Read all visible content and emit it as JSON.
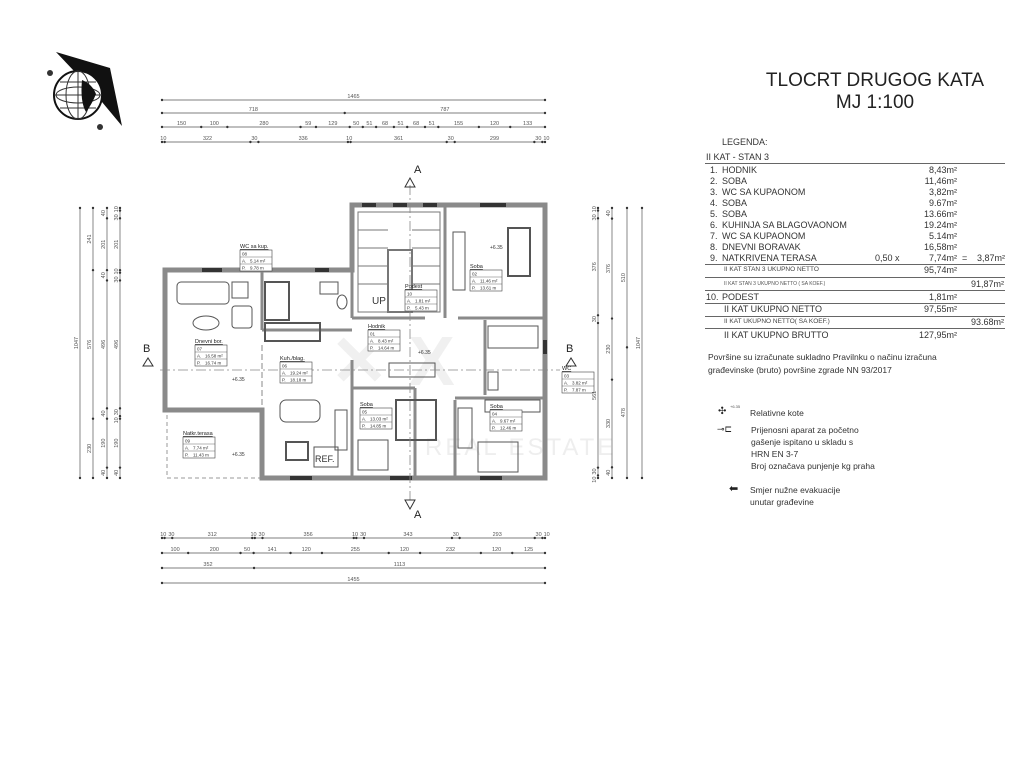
{
  "title": {
    "line1": "TLOCRT  DRUGOG  KATA",
    "line2": "MJ 1:100"
  },
  "watermark": "REAL ESTATE",
  "legend": {
    "heading": "LEGENDA:",
    "section": "II  KAT - STAN  3",
    "items": [
      {
        "num": "1.",
        "name": "HODNIK",
        "area": "8,43m²"
      },
      {
        "num": "2.",
        "name": "SOBA",
        "area": "11,46m²"
      },
      {
        "num": "3.",
        "name": "WC SA KUPAONOM",
        "area": "3,82m²"
      },
      {
        "num": "4.",
        "name": "SOBA",
        "area": "9.67m²"
      },
      {
        "num": "5.",
        "name": "SOBA",
        "area": "13.66m²"
      },
      {
        "num": "6.",
        "name": "KUHINJA SA BLAGOVAONOM",
        "area": "19.24m²"
      },
      {
        "num": "7.",
        "name": "WC SA KUPAONOM",
        "area": "5.14m²"
      },
      {
        "num": "8.",
        "name": "DNEVNI  BORAVAK",
        "area": "16,58m²"
      },
      {
        "num": "9.",
        "name": "NATKRIVENA  TERASA",
        "factor": "0,50  x",
        "area": "7,74m²",
        "eq": "=",
        "result": "3,87m²"
      }
    ],
    "subtotal": {
      "label": "II  KAT  STAN 3  UKUPNO NETTO",
      "value": "95,74m²"
    },
    "subtotal_koef": {
      "label": "II  KAT  STAN 3  UKUPNO NETTO ( SA KOEF.)",
      "value": "91,87m²"
    },
    "podest": {
      "num": "10.",
      "name": "PODEST",
      "area": "1,81m²"
    },
    "total_netto": {
      "label": "II  KAT  UKUPNO NETTO",
      "value": "97,55m²"
    },
    "total_koef": {
      "label": "II  KAT  UKUPNO NETTO( SA KOEF.)",
      "value": "93.68m²"
    },
    "total_brutto": {
      "label": "II  KAT  UKUPNO  BRUTTO",
      "value": "127,95m²"
    }
  },
  "notes": {
    "area_line1": "Površine su izračunate sukladno  Pravilnku o načinu izračuna",
    "area_line2": "građevinske (bruto) površine zgrade NN 93/2017",
    "level_label": "Relativne  kote",
    "level_value": "+6.35",
    "extinguisher": [
      "Prijenosni aparat za početno",
      "gašenje ispitano u skladu s",
      "HRN EN 3-7",
      "Broj označava punjenje kg praha"
    ],
    "evacuation": [
      "Smjer  nužne evakuacije",
      "unutar građevine"
    ]
  },
  "sections": {
    "a": "A",
    "b": "B"
  },
  "rooms": [
    {
      "name": "WC sa kup.",
      "num": "08",
      "area": "5.14 m²",
      "perim": "9.78 m"
    },
    {
      "name": "Dnevni  bor.",
      "num": "07",
      "area": "16.58 m²",
      "perim": "16.74 m"
    },
    {
      "name": "Kuh./blag.",
      "num": "06",
      "area": "19.24 m²",
      "perim": "18.18 m"
    },
    {
      "name": "Natkr.terasa",
      "num": "09",
      "area": "7.74 m²",
      "perim": "11.43 m"
    },
    {
      "name": "Podest",
      "num": "10",
      "area": "1.81 m²",
      "perim": "5.43 m"
    },
    {
      "name": "Hodnik",
      "num": "01",
      "area": "8.43 m²",
      "perim": "14.64 m"
    },
    {
      "name": "Soba",
      "num": "02",
      "area": "11.46 m²",
      "perim": "13.61 m"
    },
    {
      "name": "Soba",
      "num": "05",
      "area": "13.03 m²",
      "perim": "14.85 m"
    },
    {
      "name": "Soba",
      "num": "04",
      "area": "9.67 m²",
      "perim": "12.46 m"
    },
    {
      "name": "WC",
      "num": "03",
      "area": "3.82 m²",
      "perim": "7.87 m"
    }
  ],
  "plan_labels": {
    "up": "UP",
    "ref": "REF.",
    "level": "+6.35"
  },
  "dimensions": {
    "top": [
      [
        "1465"
      ],
      [
        "718",
        "787"
      ],
      [
        "150",
        "100",
        "280",
        "59",
        "129",
        "50",
        "51",
        "68",
        "51",
        "68",
        "51",
        "155",
        "120",
        "133"
      ],
      [
        "10",
        "322",
        "30",
        "336",
        "10",
        "361",
        "30",
        "299",
        "30",
        "10"
      ]
    ],
    "bottom": [
      [
        "10",
        "30",
        "312",
        "10",
        "30",
        "356",
        "10",
        "30",
        "343",
        "30",
        "293",
        "30",
        "10"
      ],
      [
        "100",
        "200",
        "50",
        "141",
        "120",
        "255",
        "120",
        "232",
        "120",
        "125"
      ],
      [
        "352",
        "1113"
      ],
      [
        "1455"
      ]
    ],
    "left": [
      [
        "1047"
      ],
      [
        "241",
        "576",
        "230"
      ],
      [
        "40",
        "201",
        "40",
        "496",
        "40",
        "190",
        "40"
      ],
      [
        "10",
        "30",
        "201",
        "10",
        "30",
        "496",
        "30",
        "10",
        "190",
        "40"
      ]
    ],
    "right": [
      [
        "10",
        "30",
        "376",
        "30",
        "561",
        "30",
        "10"
      ],
      [
        "40",
        "376",
        "230",
        "330",
        "40"
      ],
      [
        "510",
        "478"
      ],
      [
        "1047"
      ]
    ]
  }
}
